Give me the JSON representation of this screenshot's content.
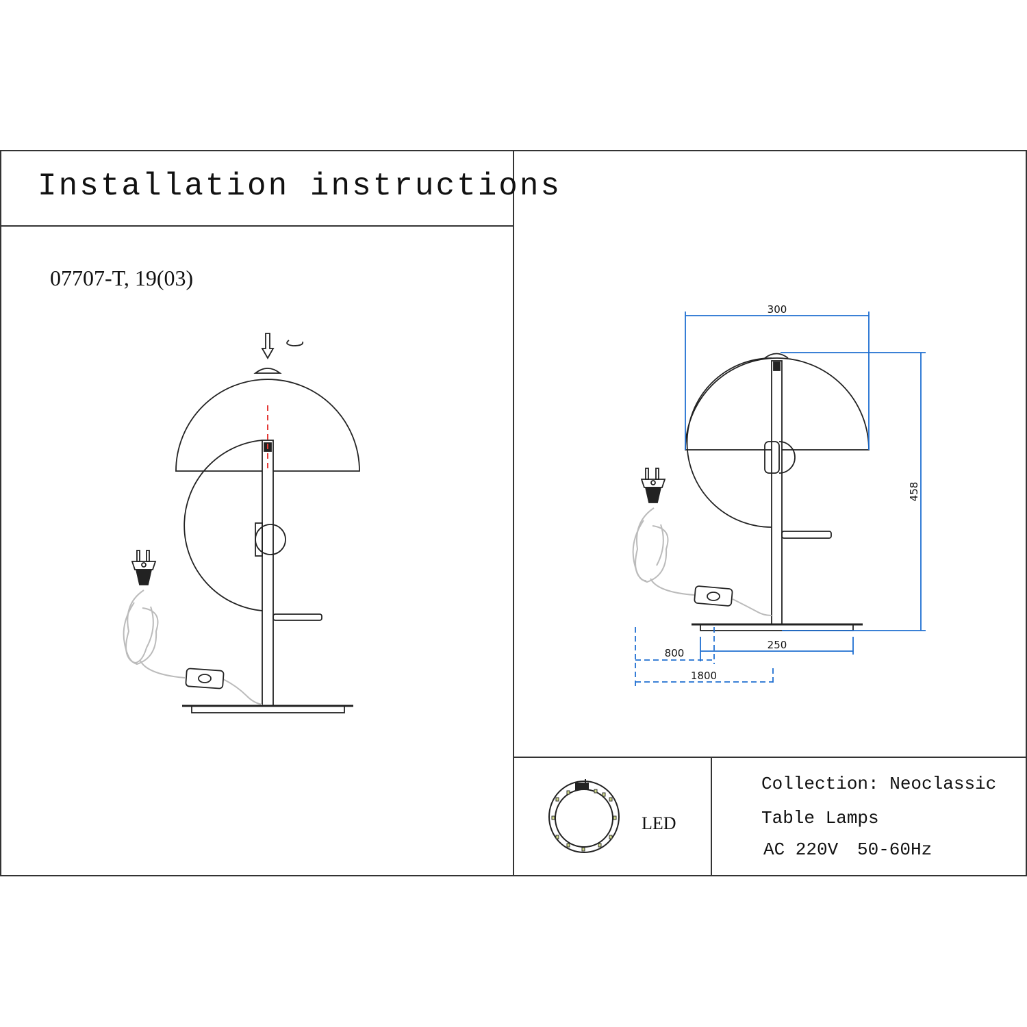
{
  "header": {
    "title": "Installation instructions"
  },
  "model": "07707-T, 19(03)",
  "dimensions": {
    "shade_width": "300",
    "height": "458",
    "base_width": "250",
    "cord_to_switch": "800",
    "cord_length": "1800"
  },
  "light_source": {
    "label": "LED"
  },
  "info": {
    "collection": "Collection: Neoclassic",
    "type": "Table Lamps",
    "voltage": "AC 220V",
    "frequency": "50-60Hz"
  },
  "colors": {
    "line": "#222222",
    "dimension": "#1f6fd1",
    "axis": "#e53935"
  }
}
